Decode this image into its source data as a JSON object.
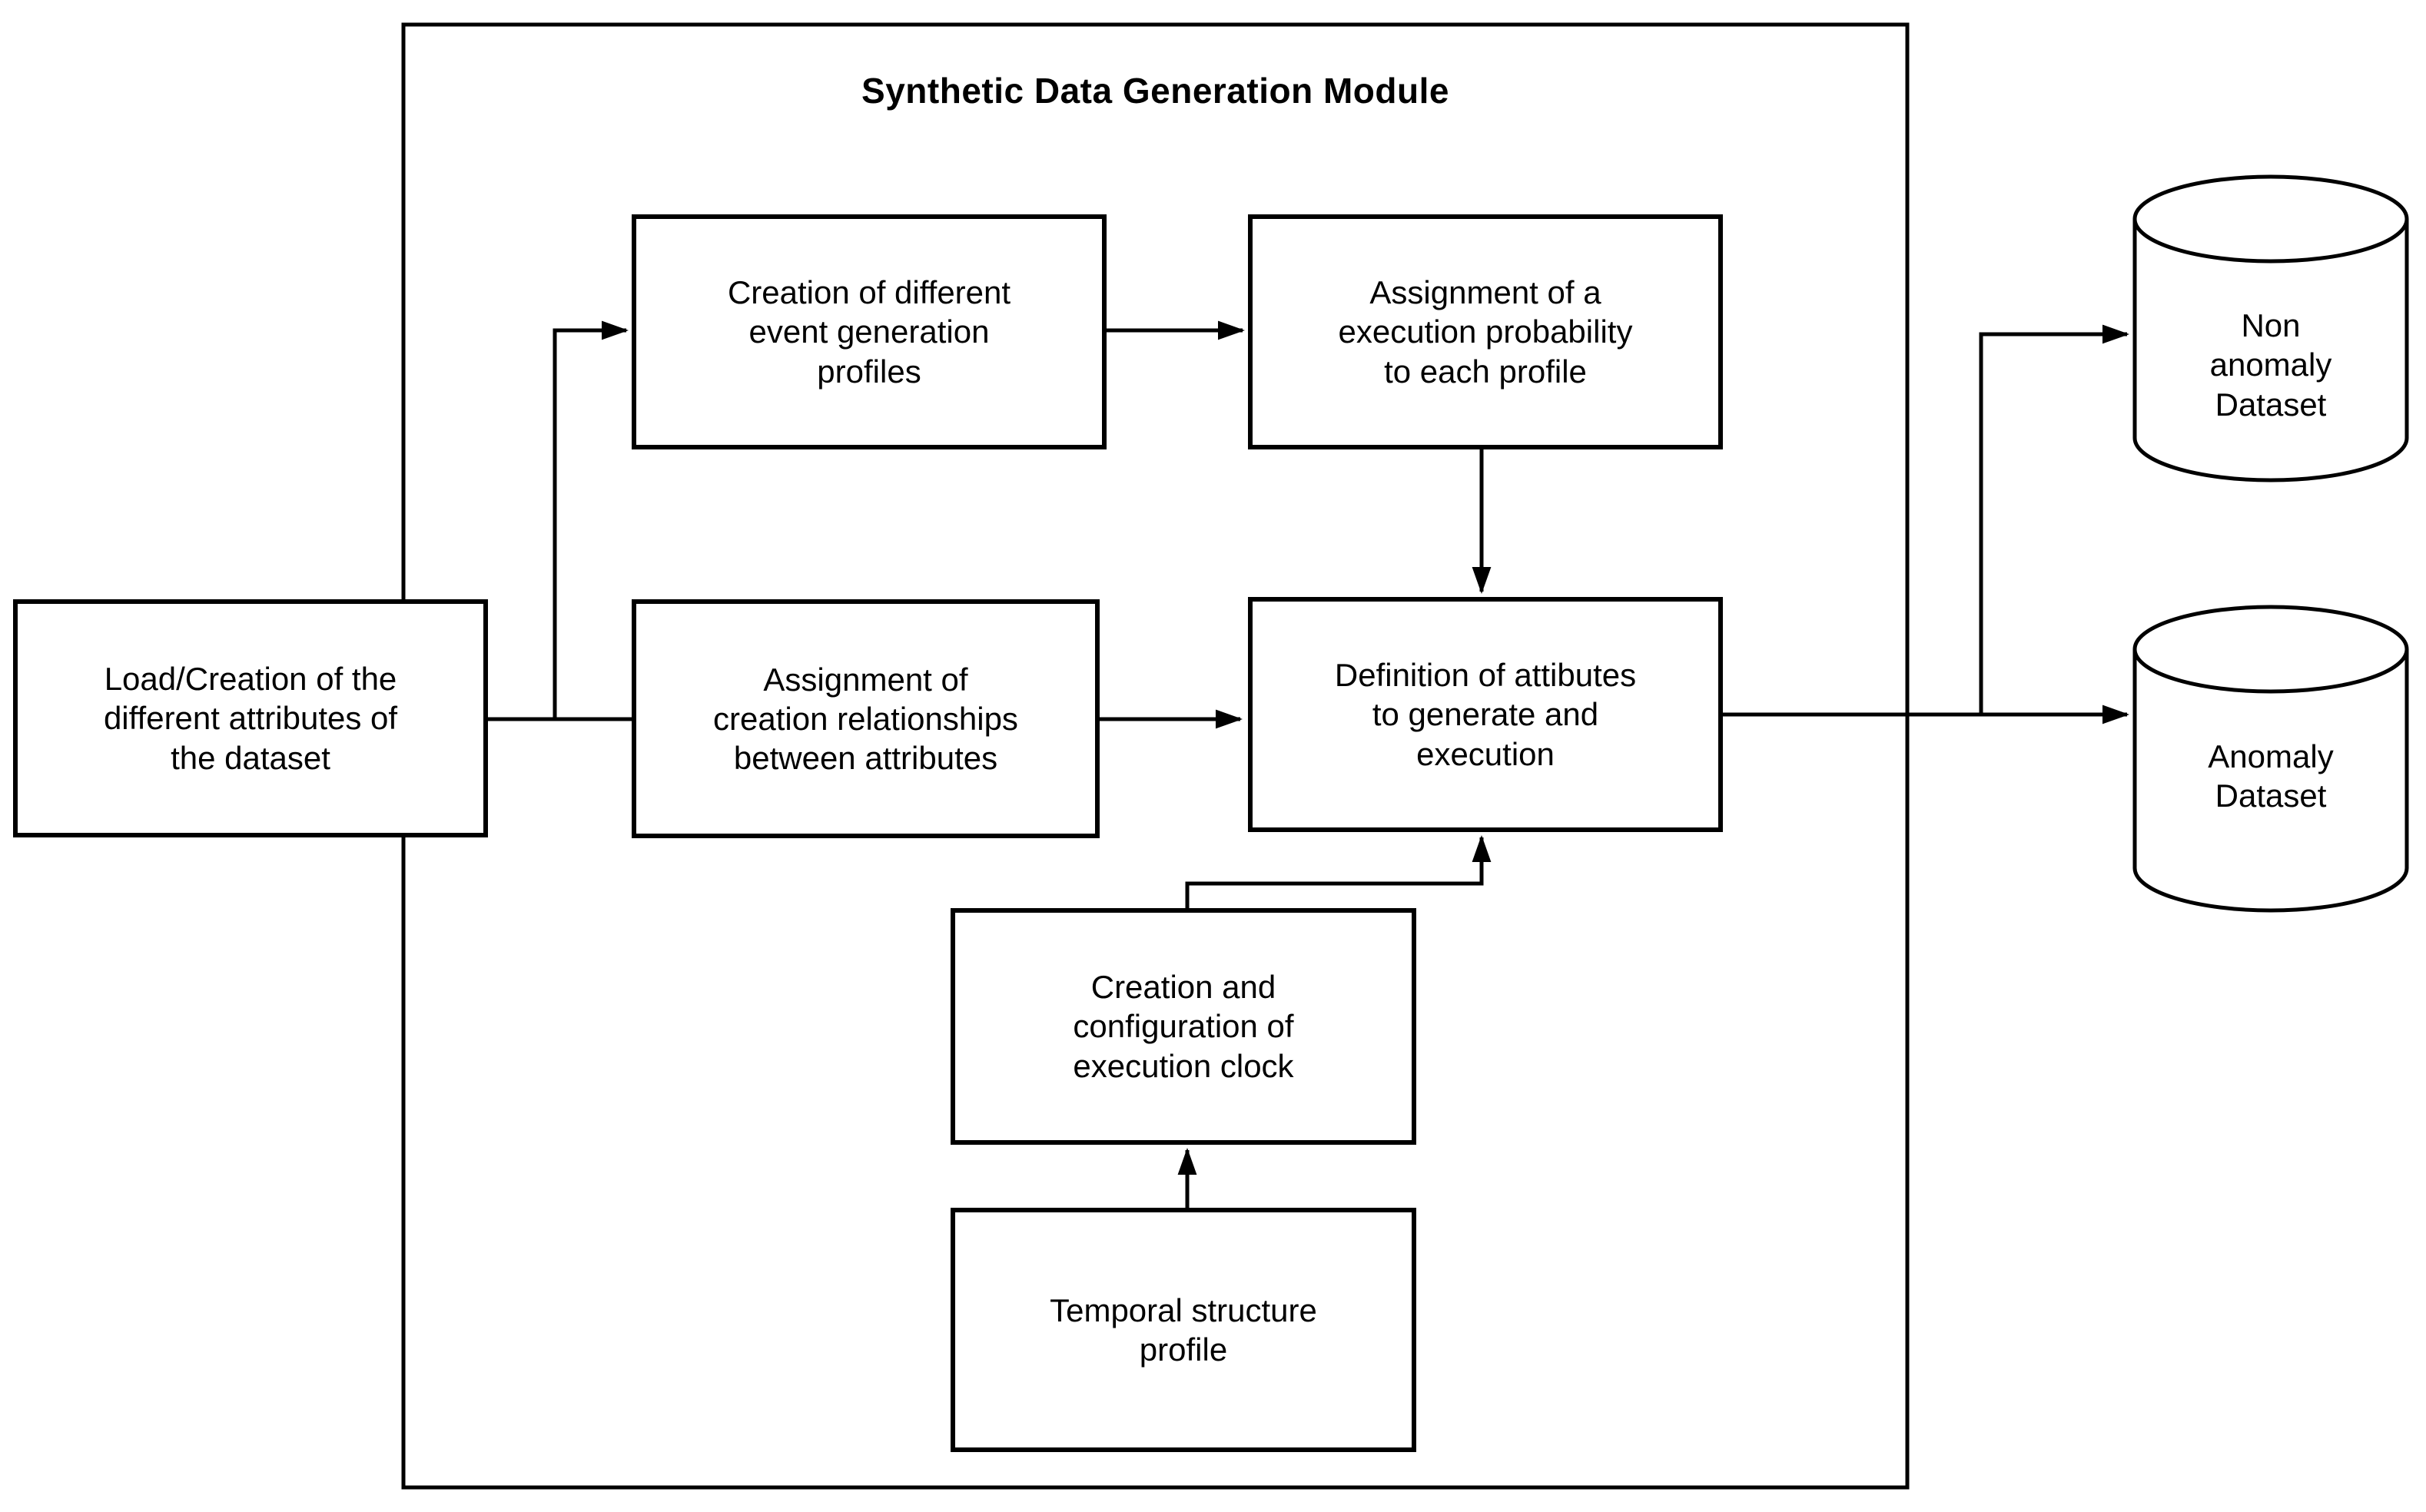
{
  "diagram": {
    "title": "Synthetic Data Generation Module",
    "colors": {
      "line": "#000000",
      "background": "#ffffff",
      "node_fill": "#ffffff"
    },
    "nodes": {
      "load_creation": {
        "label": "Load/Creation of the\ndifferent attributes of\nthe dataset",
        "shape": "rectangle"
      },
      "event_profiles": {
        "label": "Creation of different\nevent generation\nprofiles",
        "shape": "rectangle"
      },
      "exec_probability": {
        "label": "Assignment of a\nexecution probability\nto each profile",
        "shape": "rectangle"
      },
      "creation_relationships": {
        "label": "Assignment of\ncreation relationships\nbetween attributes",
        "shape": "rectangle"
      },
      "definition_attributes": {
        "label": "Definition of attibutes\nto generate and\nexecution",
        "shape": "rectangle"
      },
      "execution_clock": {
        "label": "Creation and\nconfiguration of\nexecution clock",
        "shape": "rectangle"
      },
      "temporal_profile": {
        "label": "Temporal structure\nprofile",
        "shape": "rectangle"
      },
      "non_anomaly_dataset": {
        "label": "Non\nanomaly\nDataset",
        "shape": "database-cylinder"
      },
      "anomaly_dataset": {
        "label": "Anomaly\nDataset",
        "shape": "database-cylinder"
      }
    },
    "edges": [
      {
        "from": "load_creation",
        "to": "event_profiles"
      },
      {
        "from": "load_creation",
        "to": "creation_relationships"
      },
      {
        "from": "event_profiles",
        "to": "exec_probability"
      },
      {
        "from": "exec_probability",
        "to": "definition_attributes"
      },
      {
        "from": "creation_relationships",
        "to": "definition_attributes"
      },
      {
        "from": "execution_clock",
        "to": "definition_attributes"
      },
      {
        "from": "temporal_profile",
        "to": "execution_clock"
      },
      {
        "from": "definition_attributes",
        "to": "non_anomaly_dataset"
      },
      {
        "from": "definition_attributes",
        "to": "anomaly_dataset"
      }
    ]
  }
}
